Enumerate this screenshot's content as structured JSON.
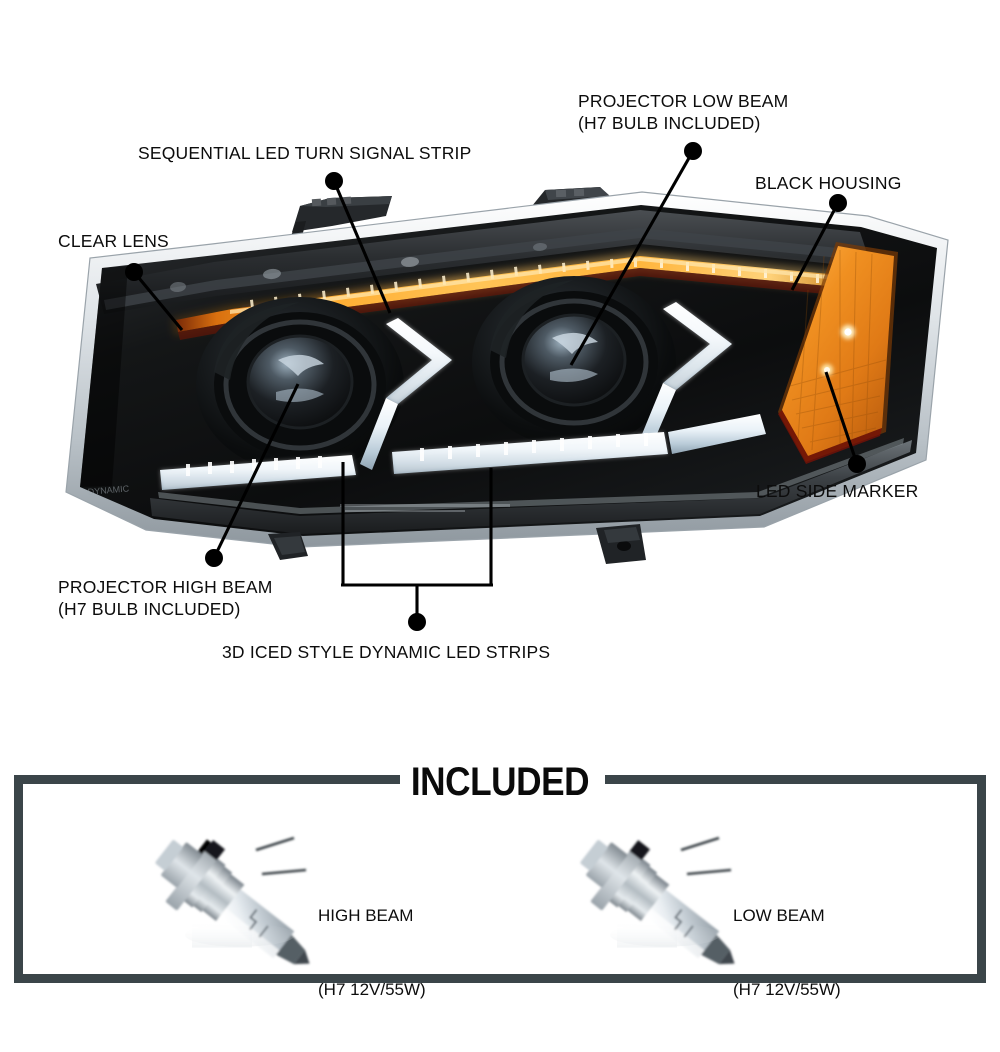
{
  "product": {
    "type": "automotive-headlight-assembly",
    "description": "Black housing projector headlight with sequential LED turn signal"
  },
  "callouts": [
    {
      "id": "clear-lens",
      "text": "CLEAR LENS"
    },
    {
      "id": "sequential-strip",
      "text": "SEQUENTIAL LED TURN SIGNAL STRIP"
    },
    {
      "id": "projector-low",
      "line1": "PROJECTOR LOW BEAM",
      "line2": "(H7 BULB INCLUDED)"
    },
    {
      "id": "black-housing",
      "text": "BLACK HOUSING"
    },
    {
      "id": "led-side-marker",
      "text": "LED SIDE MARKER"
    },
    {
      "id": "projector-high",
      "line1": "PROJECTOR HIGH BEAM",
      "line2": "(H7 BULB INCLUDED)"
    },
    {
      "id": "iced-led-strips",
      "text": "3D ICED STYLE DYNAMIC LED STRIPS"
    }
  ],
  "included": {
    "title": "INCLUDED",
    "bulbs": [
      {
        "id": "high-beam-bulb",
        "name": "HIGH BEAM",
        "spec": "(H7 12V/55W)"
      },
      {
        "id": "low-beam-bulb",
        "name": "LOW BEAM",
        "spec": "(H7 12V/55W)"
      }
    ]
  },
  "colors": {
    "frame": "#3b4549",
    "housing_black": "#131516",
    "amber_led": "#ff9a12",
    "amber_marker": "#e8881c",
    "white_led": "#f2f7fb",
    "leader_line": "#000000",
    "background": "#ffffff"
  }
}
